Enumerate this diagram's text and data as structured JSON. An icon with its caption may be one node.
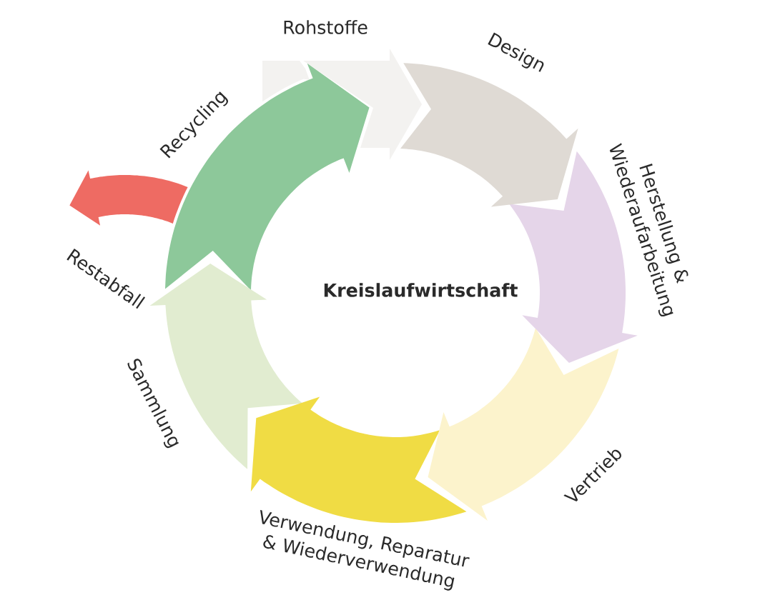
{
  "diagram": {
    "title": "Kreislaufwirtschaft",
    "nodes": [
      {
        "text": [
          "Rohstoffe"
        ]
      },
      {
        "text": [
          "Design"
        ]
      },
      {
        "text": [
          "Herstellung & Wiederaufarbeitung"
        ]
      },
      {
        "text": [
          "Vertrieb"
        ]
      },
      {
        "text": [
          "Verwendung, Reparatur & Wiederverwendung"
        ]
      },
      {
        "text": [
          "Sammlung"
        ]
      },
      {
        "text": [
          "Recycling"
        ]
      },
      {
        "text": [
          "Restabfall"
        ]
      }
    ]
  }
}
